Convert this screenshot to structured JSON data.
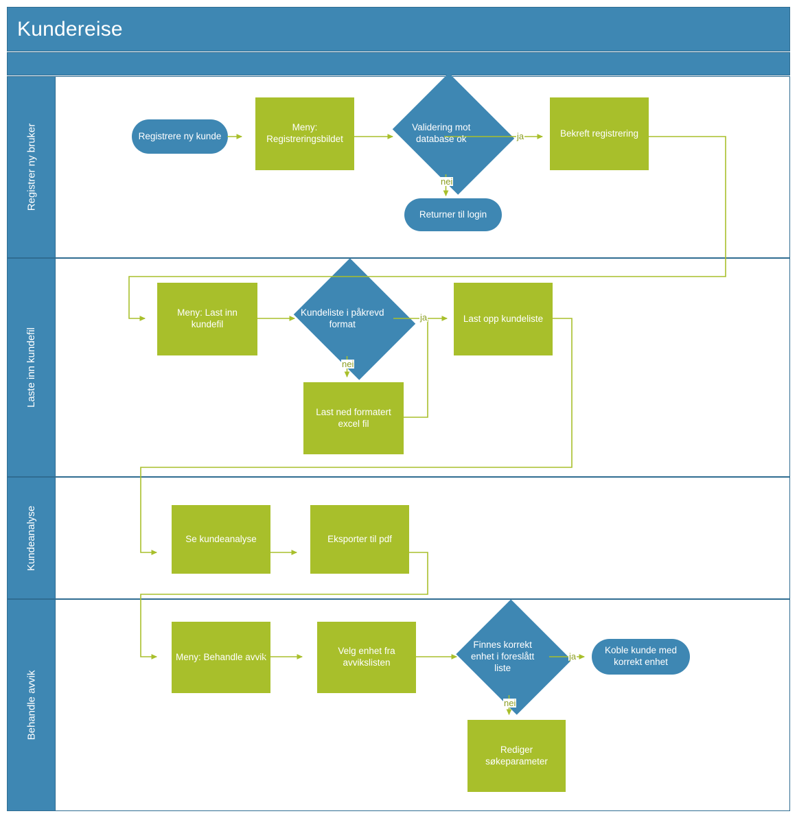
{
  "diagram": {
    "title": "Kundereise",
    "type": "cross-functional-flowchart",
    "colors": {
      "lane_header": "#3E87B3",
      "process_green": "#A8BF2B",
      "terminator_blue": "#3E87B3",
      "connector": "#A8BF2B",
      "lane_border": "#2F6C91",
      "text_on_shape": "#FFFFFF",
      "edge_label": "#8B9E22"
    },
    "lanes": [
      {
        "id": "lane1",
        "label": "Registrer ny bruker"
      },
      {
        "id": "lane2",
        "label": "Laste inn kundefil"
      },
      {
        "id": "lane3",
        "label": "Kundeanalyse"
      },
      {
        "id": "lane4",
        "label": "Behandle avvik"
      }
    ],
    "nodes": {
      "n1": {
        "label": "Registrere ny kunde",
        "shape": "terminator",
        "lane": "lane1"
      },
      "n2": {
        "label": "Meny: Registreringsbildet",
        "shape": "process",
        "lane": "lane1"
      },
      "n3": {
        "label": "Validering mot database ok",
        "shape": "decision",
        "lane": "lane1"
      },
      "n4": {
        "label": "Bekreft registrering",
        "shape": "process",
        "lane": "lane1"
      },
      "n5": {
        "label": "Returner til login",
        "shape": "terminator",
        "lane": "lane1"
      },
      "n6": {
        "label": "Meny: Last inn kundefil",
        "shape": "process",
        "lane": "lane2"
      },
      "n7": {
        "label": "Kundeliste i påkrevd format",
        "shape": "decision",
        "lane": "lane2"
      },
      "n8": {
        "label": "Last opp kundeliste",
        "shape": "process",
        "lane": "lane2"
      },
      "n9": {
        "label": "Last ned formatert excel fil",
        "shape": "process",
        "lane": "lane2"
      },
      "n10": {
        "label": "Se kundeanalyse",
        "shape": "process",
        "lane": "lane3"
      },
      "n11": {
        "label": "Eksporter til pdf",
        "shape": "process",
        "lane": "lane3"
      },
      "n12": {
        "label": "Meny: Behandle avvik",
        "shape": "process",
        "lane": "lane4"
      },
      "n13": {
        "label": "Velg enhet fra avvikslisten",
        "shape": "process",
        "lane": "lane4"
      },
      "n14": {
        "label": "Finnes korrekt enhet i foreslått liste",
        "shape": "decision",
        "lane": "lane4"
      },
      "n15": {
        "label": "Koble kunde med korrekt enhet",
        "shape": "terminator",
        "lane": "lane4"
      },
      "n16": {
        "label": "Rediger søkeparameter",
        "shape": "process",
        "lane": "lane4"
      }
    },
    "edge_labels": {
      "e_ja_1": "ja",
      "e_nei_1": "nei",
      "e_ja_2": "ja",
      "e_nei_2": "nei",
      "e_ja_3": "ja",
      "e_nei_3": "nei"
    }
  }
}
